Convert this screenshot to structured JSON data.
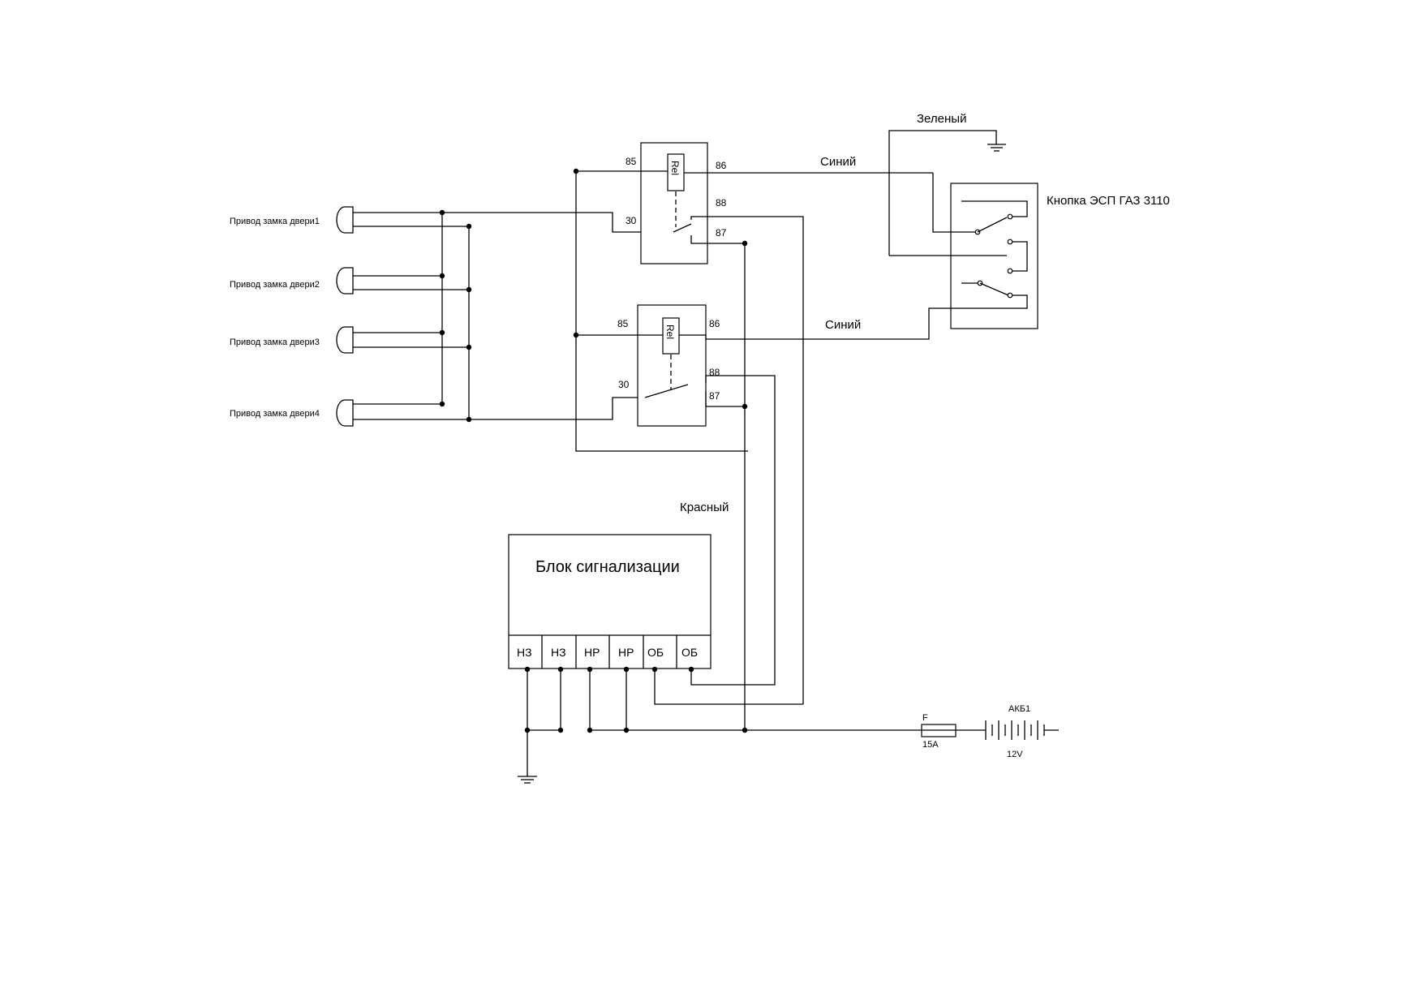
{
  "colors": {
    "ink": "#000000",
    "background": "#ffffff"
  },
  "wire_labels": {
    "green": "Зеленый",
    "blue_top": "Синий",
    "blue_bottom": "Синий",
    "red": "Красный"
  },
  "switch": {
    "label": "Кнопка ЭСП ГАЗ 3110"
  },
  "relays": [
    {
      "name": "Rel",
      "pin85": "85",
      "pin86": "86",
      "pin30": "30",
      "pin88": "88",
      "pin87": "87"
    },
    {
      "name": "Rel",
      "pin85": "85",
      "pin86": "86",
      "pin30": "30",
      "pin88": "88",
      "pin87": "87"
    }
  ],
  "actuators": [
    {
      "label": "Привод замка двери1"
    },
    {
      "label": "Привод замка двери2"
    },
    {
      "label": "Привод замка двери3"
    },
    {
      "label": "Привод замка двери4"
    }
  ],
  "alarm_unit": {
    "title": "Блок сигнализации",
    "terminals": [
      "НЗ",
      "НЗ",
      "НР",
      "НР",
      "ОБ",
      "ОБ"
    ]
  },
  "fuse": {
    "designator": "F",
    "rating": "15A"
  },
  "battery": {
    "designator": "АКБ1",
    "voltage": "12V"
  },
  "ground_symbols": [
    "ground-top",
    "ground-bottom"
  ]
}
